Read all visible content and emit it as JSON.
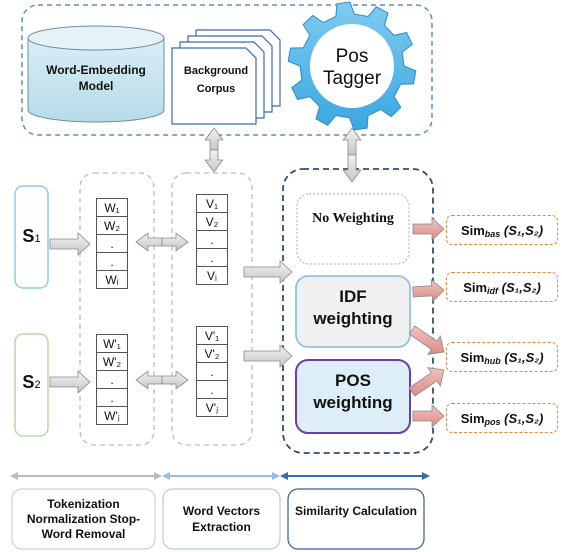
{
  "top": {
    "embedding_model": "Word-Embedding Model",
    "background_corpus": "Background Corpus",
    "pos_tagger": "Pos Tagger"
  },
  "inputs": {
    "s1_base": "S",
    "s1_sub": "1",
    "s2_base": "S",
    "s2_sub": "2"
  },
  "tokens1": [
    "W₁",
    "W₂",
    ".",
    ".",
    "Wᵢ"
  ],
  "tokens2": [
    "W'₁",
    "W'₂",
    ".",
    ".",
    "W'ⱼ"
  ],
  "vectors1": [
    "V₁",
    "V₂",
    ".",
    ".",
    "Vᵢ"
  ],
  "vectors2": [
    "V'₁",
    "V'₂",
    ".",
    ".",
    "V'ⱼ"
  ],
  "weighting": {
    "none": "No Weighting",
    "idf": "IDF weighting",
    "pos": "POS weighting"
  },
  "outputs": [
    {
      "pre": "Sim",
      "sub": "bas",
      "args": "(S₁,S₂)"
    },
    {
      "pre": "Sim",
      "sub": "idf",
      "args": "(S₁,S₂)"
    },
    {
      "pre": "Sim",
      "sub": "hub",
      "args": "(S₁,S₂)"
    },
    {
      "pre": "Sim",
      "sub": "pos",
      "args": "(S₁,S₂)"
    }
  ],
  "stages": {
    "tokenization": "Tokenization Normalization Stop-Word Removal",
    "vectors": "Word Vectors Extraction",
    "similarity": "Similarity Calculation"
  }
}
